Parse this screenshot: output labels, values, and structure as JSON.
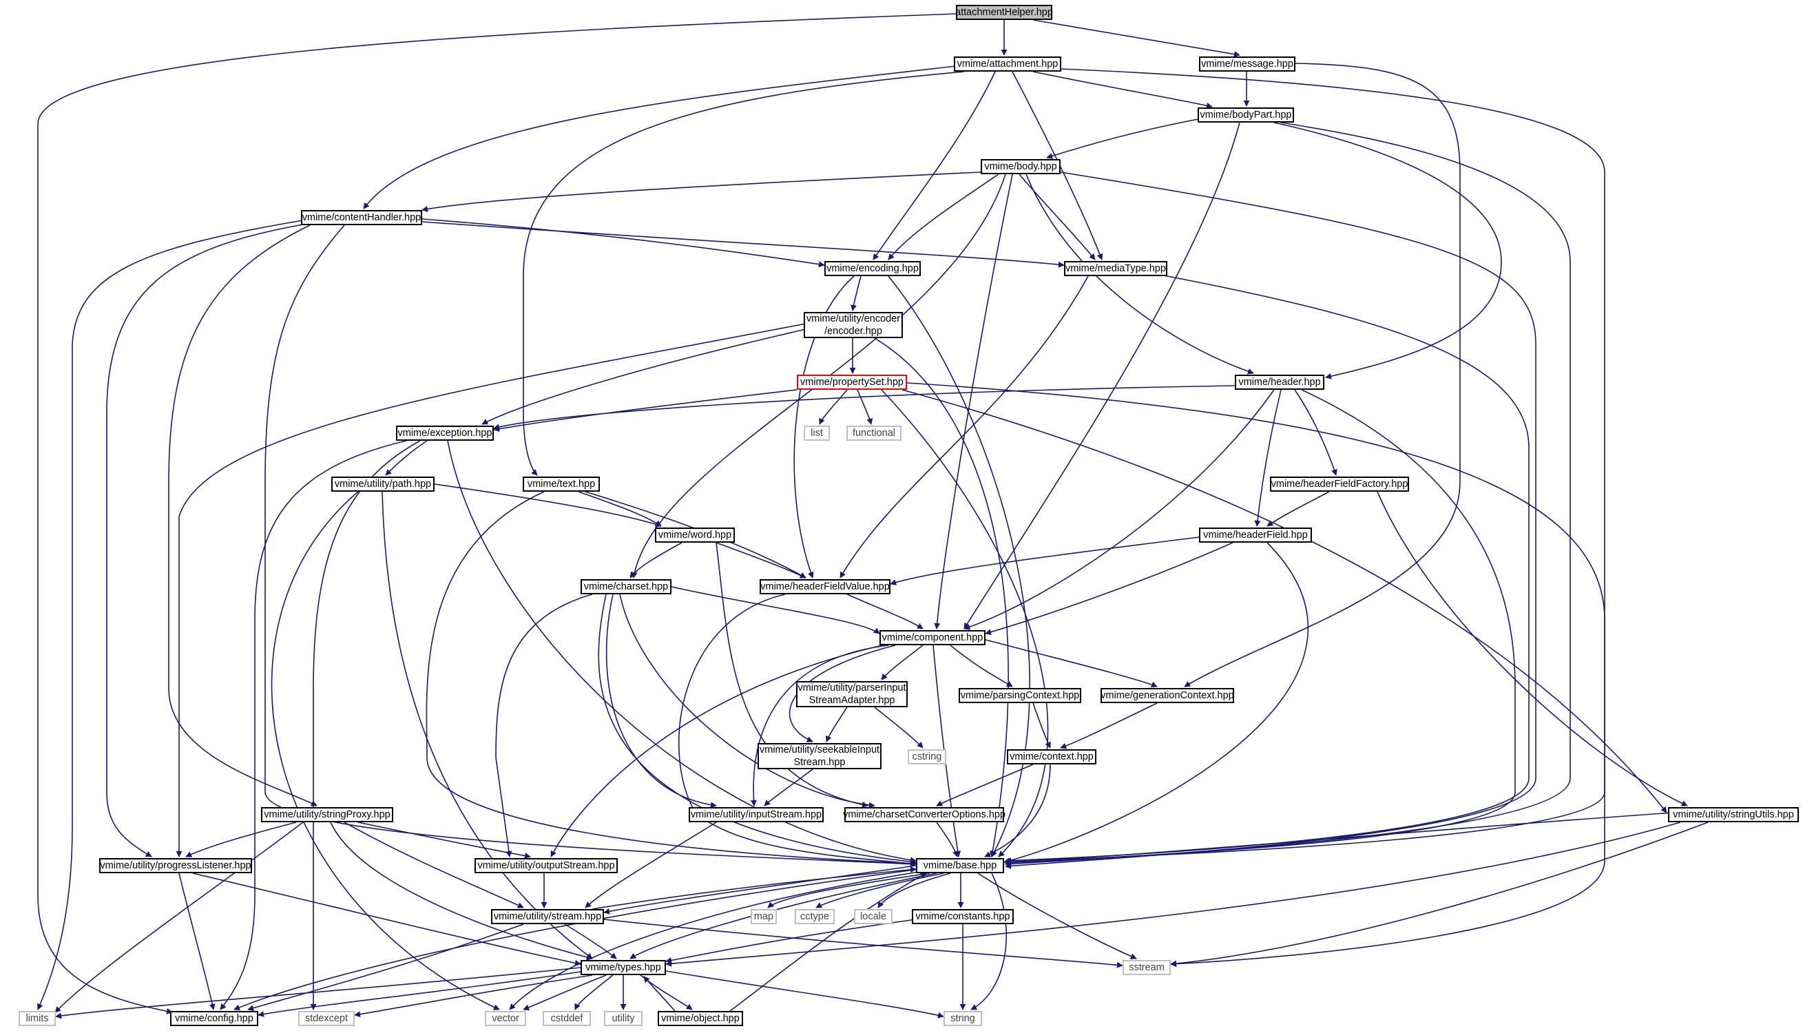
{
  "nodes": {
    "attachmentHelper": "attachmentHelper.hpp",
    "attachment": "vmime/attachment.hpp",
    "message": "vmime/message.hpp",
    "bodyPart": "vmime/bodyPart.hpp",
    "body": "vmime/body.hpp",
    "contentHandler": "vmime/contentHandler.hpp",
    "encoding": "vmime/encoding.hpp",
    "mediaType": "vmime/mediaType.hpp",
    "encoder": "vmime/utility/encoder\n/encoder.hpp",
    "propertySet": "vmime/propertySet.hpp",
    "header": "vmime/header.hpp",
    "list": "list",
    "functional": "functional",
    "exception": "vmime/exception.hpp",
    "path": "vmime/utility/path.hpp",
    "text": "vmime/text.hpp",
    "headerFieldFactory": "vmime/headerFieldFactory.hpp",
    "word": "vmime/word.hpp",
    "headerField": "vmime/headerField.hpp",
    "charset": "vmime/charset.hpp",
    "headerFieldValue": "vmime/headerFieldValue.hpp",
    "component": "vmime/component.hpp",
    "parserInput": "vmime/utility/parserInput\nStreamAdapter.hpp",
    "parsingContext": "vmime/parsingContext.hpp",
    "generationContext": "vmime/generationContext.hpp",
    "seekable": "vmime/utility/seekableInput\nStream.hpp",
    "cstring": "cstring",
    "context": "vmime/context.hpp",
    "stringProxy": "vmime/utility/stringProxy.hpp",
    "inputStream": "vmime/utility/inputStream.hpp",
    "charsetConv": "vmime/charsetConverterOptions.hpp",
    "stringUtils": "vmime/utility/stringUtils.hpp",
    "progress": "vmime/utility/progressListener.hpp",
    "outputStream": "vmime/utility/outputStream.hpp",
    "base": "vmime/base.hpp",
    "stream": "vmime/utility/stream.hpp",
    "map": "map",
    "cctype": "cctype",
    "locale": "locale",
    "constants": "vmime/constants.hpp",
    "types": "vmime/types.hpp",
    "sstream": "sstream",
    "limits": "limits",
    "config": "vmime/config.hpp",
    "stdexcept": "stdexcept",
    "vector": "vector",
    "cstddef": "cstddef",
    "utility": "utility",
    "object": "vmime/object.hpp",
    "string": "string"
  },
  "colors": {
    "edge": "#191970",
    "node_border": "#000000",
    "library_border": "#bfbfbf",
    "root_fill": "#bfbfbf",
    "highlight_border": "#ff0000"
  }
}
